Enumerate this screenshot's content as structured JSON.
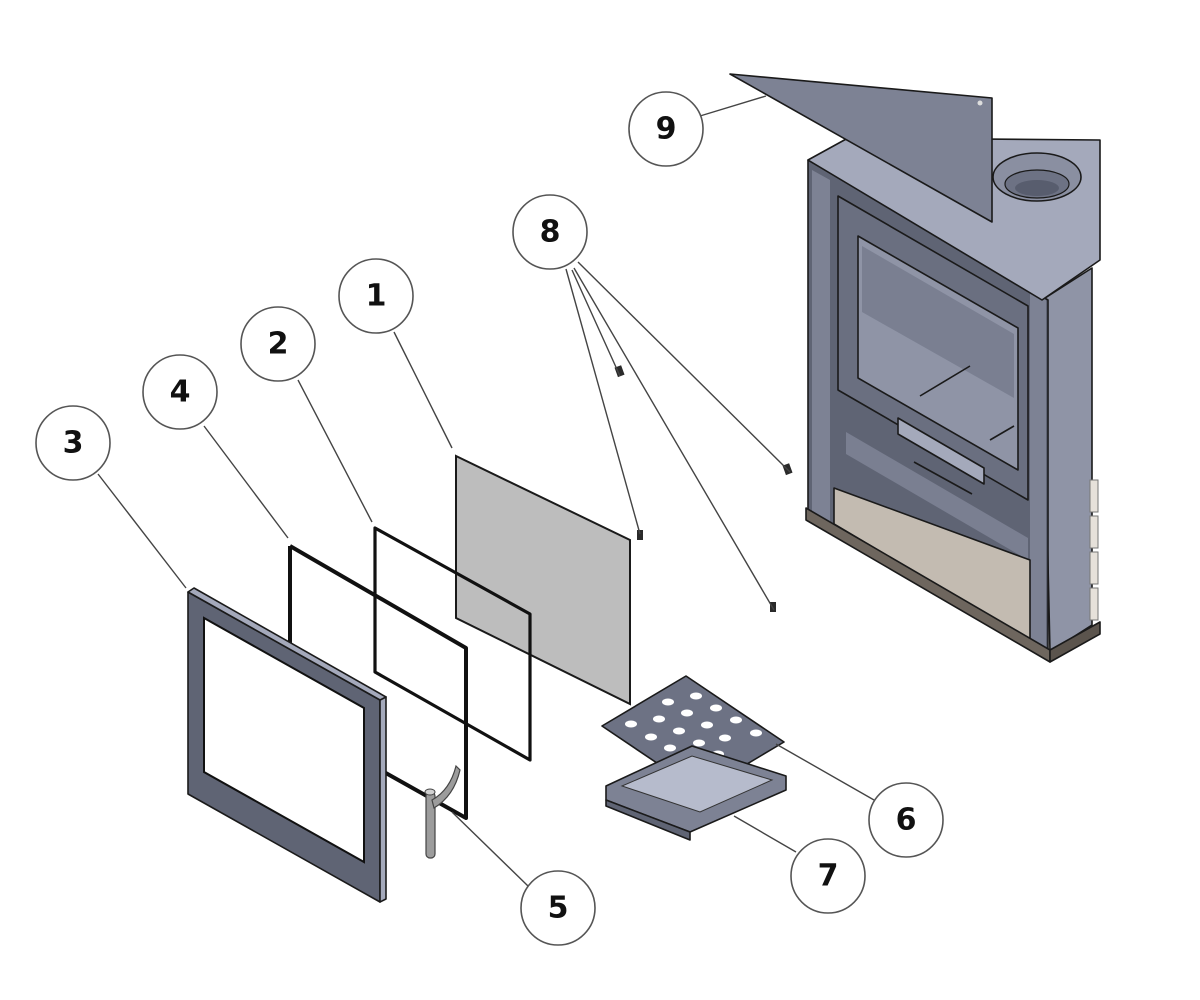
{
  "diagram": {
    "type": "exploded-assembly",
    "subject": "corner wood-burning stove",
    "balloons": [
      {
        "number": "1",
        "part": "glass-panel"
      },
      {
        "number": "2",
        "part": "glass-gasket"
      },
      {
        "number": "3",
        "part": "door-frame"
      },
      {
        "number": "4",
        "part": "door-seal"
      },
      {
        "number": "5",
        "part": "door-handle"
      },
      {
        "number": "6",
        "part": "grate-plate"
      },
      {
        "number": "7",
        "part": "ash-pan"
      },
      {
        "number": "8",
        "part": "glass-clips"
      },
      {
        "number": "9",
        "part": "top-baffle-plate"
      }
    ],
    "colors": {
      "steel_dark": "#5f6474",
      "steel_mid": "#7d8294",
      "steel_light": "#a4a9bb",
      "glass": "#bdbdbd",
      "firebrick": "#c3bbb1",
      "base": "#6e665e",
      "line": "#1a1a1a"
    }
  }
}
